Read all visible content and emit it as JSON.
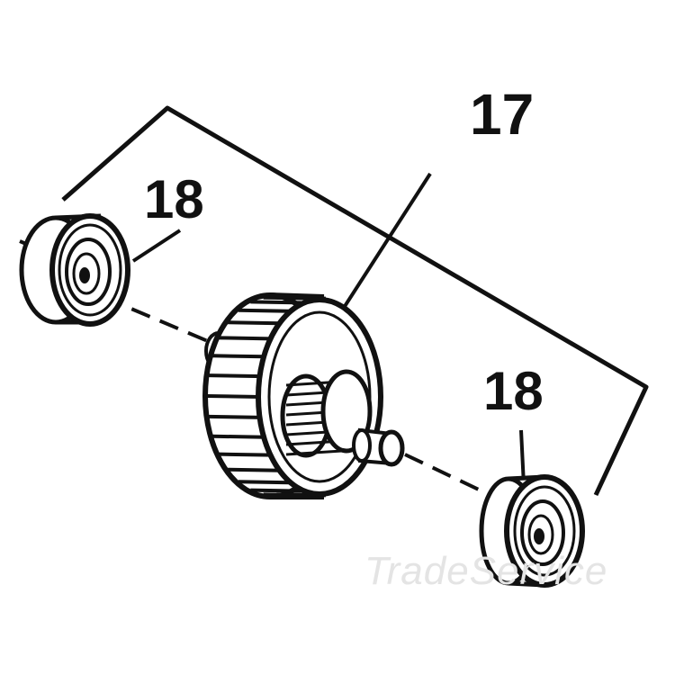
{
  "callouts": {
    "gear_assembly": "17",
    "bearing_left": "18",
    "bearing_right": "18"
  },
  "watermark": "TradeService",
  "colors": {
    "line": "#111111",
    "background": "#ffffff",
    "watermark": "#e4e4e4"
  }
}
